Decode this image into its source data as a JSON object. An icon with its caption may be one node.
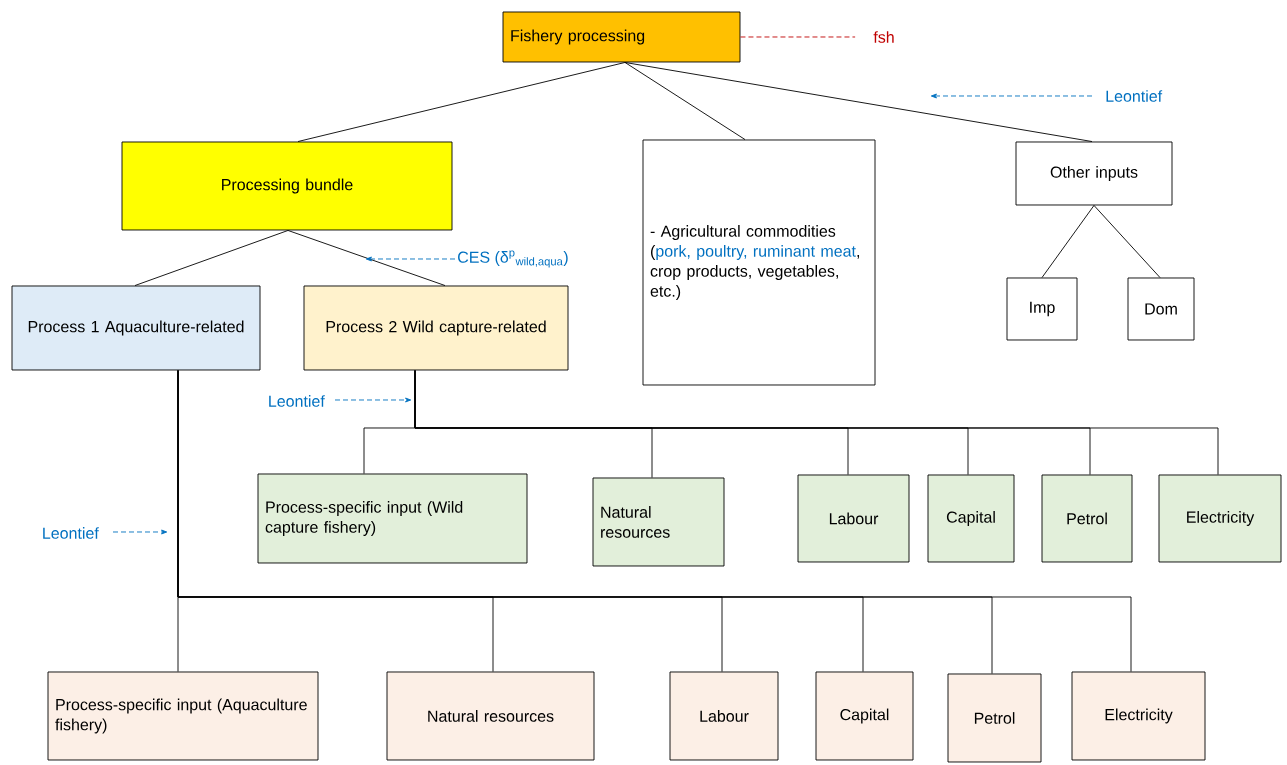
{
  "diagram": {
    "nodes": [
      {
        "text": [
          "Fishery processing"
        ]
      },
      {
        "text": [
          "fsh"
        ]
      },
      {
        "text": [
          "Processing bundle"
        ]
      },
      {
        "text": [
          "- Agricultural commodities (",
          "pork, poultry, ruminant meat",
          ", crop products, vegetables, etc.)"
        ]
      },
      {
        "text": [
          "Other inputs"
        ]
      },
      {
        "text": [
          "Imp"
        ]
      },
      {
        "text": [
          "Dom"
        ]
      },
      {
        "text": [
          "Process 1 Aquaculture-related"
        ]
      },
      {
        "text": [
          "Process 2 Wild capture-related"
        ]
      },
      {
        "text": [
          "Process-specific input (Wild capture fishery)"
        ]
      },
      {
        "text": [
          "Natural resources"
        ]
      },
      {
        "text": [
          "Labour"
        ]
      },
      {
        "text": [
          "Capital"
        ]
      },
      {
        "text": [
          "Petrol"
        ]
      },
      {
        "text": [
          "Electricity"
        ]
      },
      {
        "text": [
          "Process-specific input (Aquaculture fishery)"
        ]
      },
      {
        "text": [
          "Natural resources"
        ]
      },
      {
        "text": [
          "Labour"
        ]
      },
      {
        "text": [
          "Capital"
        ]
      },
      {
        "text": [
          "Petrol"
        ]
      },
      {
        "text": [
          "Electricity"
        ]
      }
    ],
    "edges": [
      {
        "from": 0,
        "to": 1,
        "arrow": "none",
        "style": "dashed",
        "color": "#c00000"
      },
      {
        "from": 0,
        "to": 2,
        "arrow": "none"
      },
      {
        "from": 0,
        "to": 3,
        "arrow": "none"
      },
      {
        "from": 0,
        "to": 4,
        "arrow": "none"
      },
      {
        "from": 4,
        "to": 5,
        "arrow": "none"
      },
      {
        "from": 4,
        "to": 6,
        "arrow": "none"
      },
      {
        "from": 2,
        "to": 7,
        "arrow": "none"
      },
      {
        "from": 2,
        "to": 8,
        "arrow": "none"
      },
      {
        "from": 8,
        "to": 9,
        "arrow": "none"
      },
      {
        "from": 8,
        "to": 10,
        "arrow": "none"
      },
      {
        "from": 8,
        "to": 11,
        "arrow": "none"
      },
      {
        "from": 8,
        "to": 12,
        "arrow": "none"
      },
      {
        "from": 8,
        "to": 13,
        "arrow": "none"
      },
      {
        "from": 8,
        "to": 14,
        "arrow": "none"
      },
      {
        "from": 7,
        "to": 15,
        "arrow": "none"
      },
      {
        "from": 7,
        "to": 16,
        "arrow": "none"
      },
      {
        "from": 7,
        "to": 17,
        "arrow": "none"
      },
      {
        "from": 7,
        "to": 18,
        "arrow": "none"
      },
      {
        "from": 7,
        "to": 19,
        "arrow": "none"
      },
      {
        "from": 7,
        "to": 20,
        "arrow": "none"
      }
    ],
    "labels": [
      "Leontief",
      "CES (δ$^{p}$$_{wild,aqua}$)",
      "Leontief",
      "Leontief"
    ]
  }
}
